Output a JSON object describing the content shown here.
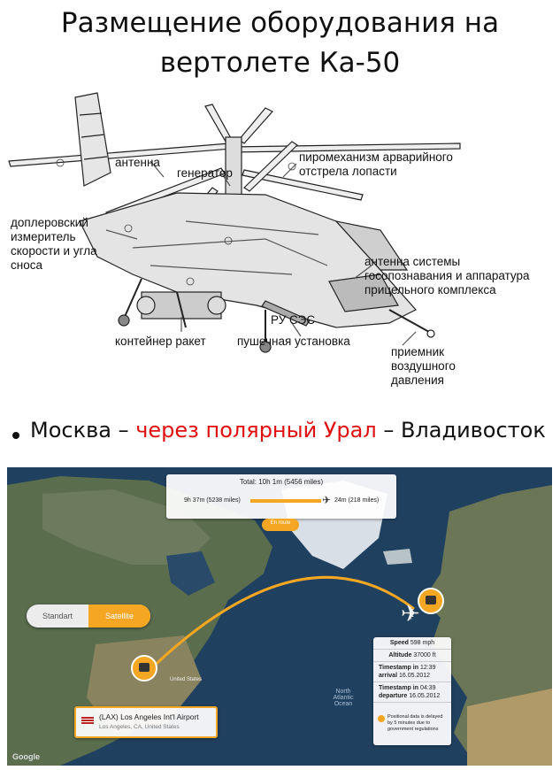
{
  "title": {
    "line1": "Размещение оборудования на",
    "line2": "вертолете Ка-50"
  },
  "diagram_labels": {
    "antenna": "антенна",
    "generator": "генератор",
    "pyro": "пиромеханизм арварийного",
    "pyro2": "отстрела лопасти",
    "doppler1": "доплеровский",
    "doppler2": "измеритель",
    "doppler3": "скорости и угла",
    "doppler4": "сноса",
    "iff1": "антенна системы",
    "iff2": "госопознавания и аппаратура",
    "iff3": "прицельного комплекса",
    "ru": "РУ СЭС",
    "rockets": "контейнер ракет",
    "cannon": "пушечная установка",
    "pitot1": "приемник",
    "pitot2": "воздушного",
    "pitot3": "давления"
  },
  "bullet": {
    "part1": "Москва – ",
    "part2": "через полярный Урал",
    "part3": " – Владивосток"
  },
  "map": {
    "total": "Total: 10h 1m (5456 miles)",
    "left_leg": "9h 37m (5238 miles)",
    "right_leg": "24m (218 miles)",
    "status": "En route",
    "toggle_standard": "Standart",
    "toggle_satellite": "Satellite",
    "airport_name": "(LAX) Los Angeles Int'l Airport",
    "airport_loc": "Los Angeles, CA, United States",
    "speed_label": "Speed",
    "speed_val": "598 mph",
    "altitude_label": "Altitude",
    "altitude_val": "37000 ft",
    "ts_label": "Timestamp in",
    "ts_time": "12:39",
    "arrival_label": "arrival",
    "arrival_date": "16.05.2012",
    "ts2_label": "Timestamp in",
    "ts2_time": "04:39",
    "departure_label": "departure",
    "departure_date": "16.05.2012",
    "delay_note1": "Positional data is delayed",
    "delay_note2": "by 5 minutes due to",
    "delay_note3": "government regulations",
    "north_atlantic": "North Atlantic Ocean",
    "united_states": "United States",
    "google": "Google"
  },
  "colors": {
    "accent": "#f5a623",
    "bullet_red": "#e01010"
  }
}
